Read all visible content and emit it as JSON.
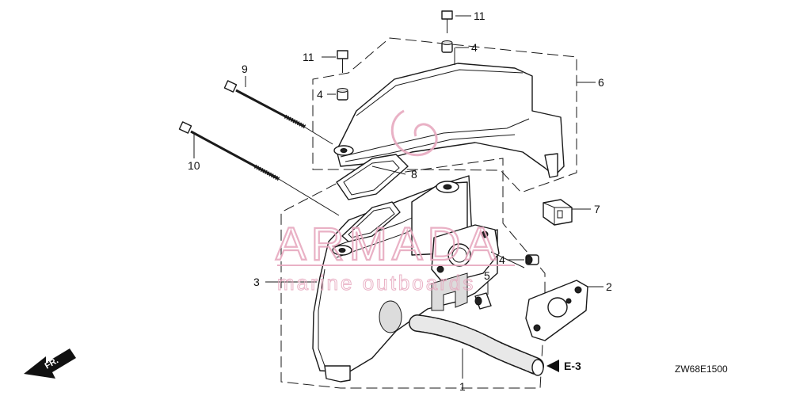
{
  "diagram": {
    "diagram_code": "ZW68E1500",
    "reference_label": "E-3",
    "direction_label": "FR.",
    "watermark": {
      "brand": "ARMADA",
      "tagline": "marine outboards",
      "color": "#e7a9bf"
    },
    "callouts": [
      {
        "id": "11a",
        "label": "11",
        "part": "bolt"
      },
      {
        "id": "4a",
        "label": "4",
        "part": "collar"
      },
      {
        "id": "11b",
        "label": "11",
        "part": "bolt"
      },
      {
        "id": "4b",
        "label": "4",
        "part": "collar"
      },
      {
        "id": "6",
        "label": "6",
        "part": "silencer-cover"
      },
      {
        "id": "9",
        "label": "9",
        "part": "long-bolt"
      },
      {
        "id": "10",
        "label": "10",
        "part": "long-bolt"
      },
      {
        "id": "8",
        "label": "8",
        "part": "gasket"
      },
      {
        "id": "7",
        "label": "7",
        "part": "rubber-block"
      },
      {
        "id": "4c",
        "label": "4",
        "part": "collar"
      },
      {
        "id": "3",
        "label": "3",
        "part": "silencer-case"
      },
      {
        "id": "5",
        "label": "5",
        "part": "collar"
      },
      {
        "id": "2",
        "label": "2",
        "part": "gasket-plate"
      },
      {
        "id": "1",
        "label": "1",
        "part": "breather-tube"
      }
    ]
  }
}
